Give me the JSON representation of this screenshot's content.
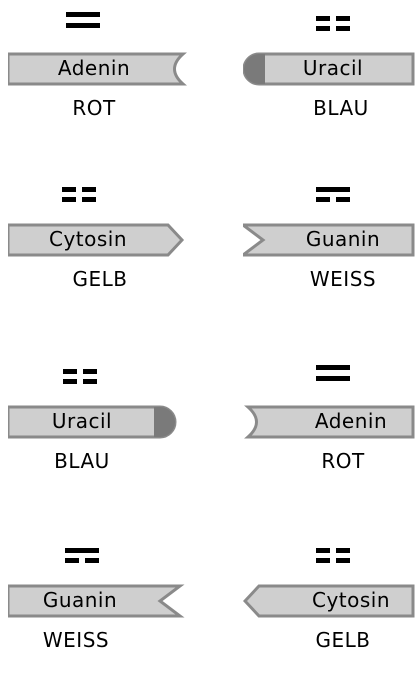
{
  "cards": [
    {
      "base": "Adenin",
      "color": "ROT",
      "bonds": "double",
      "shape": "concave-right"
    },
    {
      "base": "Uracil",
      "color": "BLAU",
      "bonds": "split",
      "shape": "round-left"
    },
    {
      "base": "Cytosin",
      "color": "GELB",
      "bonds": "split",
      "shape": "point-right"
    },
    {
      "base": "Guanin",
      "color": "WEISS",
      "bonds": "offset",
      "shape": "notch-left"
    },
    {
      "base": "Uracil",
      "color": "BLAU",
      "bonds": "split",
      "shape": "round-right"
    },
    {
      "base": "Adenin",
      "color": "ROT",
      "bonds": "double",
      "shape": "concave-left"
    },
    {
      "base": "Guanin",
      "color": "WEISS",
      "bonds": "offset",
      "shape": "notch-right"
    },
    {
      "base": "Cytosin",
      "color": "GELB",
      "bonds": "split",
      "shape": "point-left"
    }
  ],
  "colors": {
    "fill": "#cfcfcf",
    "frame": "#8a8a8a",
    "edge": "#7a7a7a",
    "bond": "#000000"
  }
}
